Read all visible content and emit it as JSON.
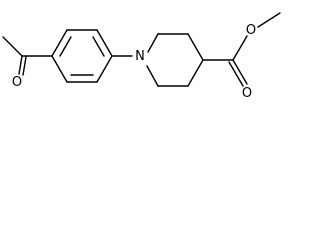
{
  "molecule": {
    "atoms": {
      "ring_nitrogen": "N",
      "ketone_oxygen": "O",
      "ester_carbonyl_oxygen": "O",
      "ester_alkoxy_oxygen": "O"
    },
    "colors": {
      "bond": "#000000",
      "label": "#000000",
      "background": "#ffffff"
    }
  }
}
